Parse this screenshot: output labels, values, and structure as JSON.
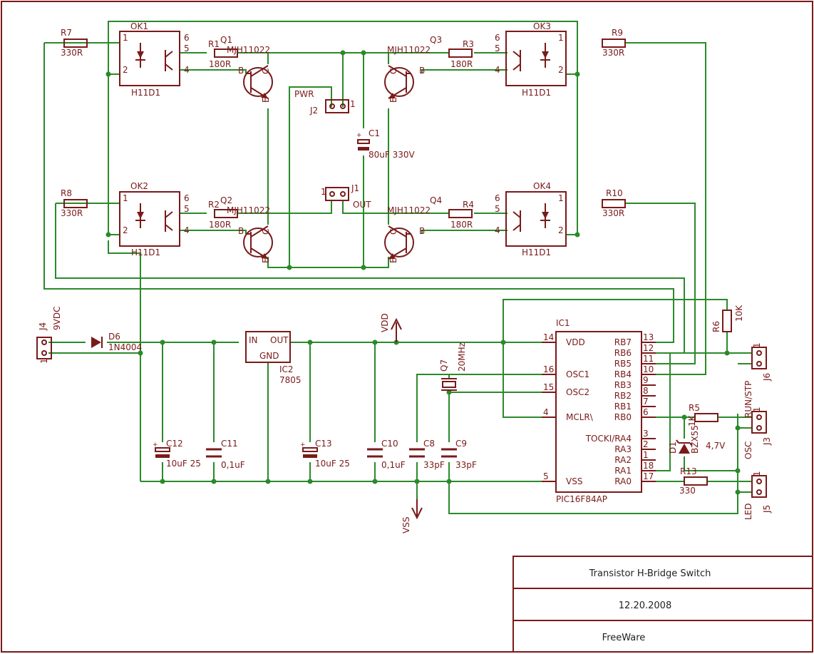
{
  "components": {
    "ok1": {
      "ref": "OK1",
      "part": "H11D1",
      "pins": [
        "1",
        "2",
        "4",
        "5",
        "6"
      ]
    },
    "ok2": {
      "ref": "OK2",
      "part": "H11D1",
      "pins": [
        "1",
        "2",
        "4",
        "5",
        "6"
      ]
    },
    "ok3": {
      "ref": "OK3",
      "part": "H11D1",
      "pins": [
        "1",
        "2",
        "4",
        "5",
        "6"
      ]
    },
    "ok4": {
      "ref": "OK4",
      "part": "H11D1",
      "pins": [
        "1",
        "2",
        "4",
        "5",
        "6"
      ]
    },
    "r7": {
      "ref": "R7",
      "value": "330R"
    },
    "r8": {
      "ref": "R8",
      "value": "330R"
    },
    "r9": {
      "ref": "R9",
      "value": "330R"
    },
    "r10": {
      "ref": "R10",
      "value": "330R"
    },
    "r1": {
      "ref": "R1",
      "value": "180R"
    },
    "r2": {
      "ref": "R2",
      "value": "180R"
    },
    "r3": {
      "ref": "R3",
      "value": "180R"
    },
    "r4": {
      "ref": "R4",
      "value": "180R"
    },
    "q1": {
      "ref": "Q1",
      "part": "MJH11022"
    },
    "q2": {
      "ref": "Q2",
      "part": "MJH11022"
    },
    "q3": {
      "ref": "Q3",
      "part": "MJH11022"
    },
    "q4": {
      "ref": "Q4",
      "part": "MJH11022"
    },
    "transistor_pins": {
      "b": "B",
      "c": "C",
      "e": "E"
    },
    "j2": {
      "ref": "J2",
      "label": "PWR",
      "pin": "1"
    },
    "j1": {
      "ref": "J1",
      "label": "OUT",
      "pin": "1"
    },
    "c1": {
      "ref": "C1",
      "value": "80uF 330V"
    },
    "j4": {
      "ref": "J4",
      "label": "9VDC",
      "pin": "1"
    },
    "d6": {
      "ref": "D6",
      "part": "1N4004"
    },
    "ic2": {
      "ref": "IC2",
      "part": "7805",
      "pins": [
        "IN",
        "OUT",
        "GND"
      ]
    },
    "c12": {
      "ref": "C12",
      "value": "10uF 25"
    },
    "c11": {
      "ref": "C11",
      "value": "0,1uF"
    },
    "c13": {
      "ref": "C13",
      "value": "10uF 25"
    },
    "c10": {
      "ref": "C10",
      "value": "0,1uF"
    },
    "c8": {
      "ref": "C8",
      "value": "33pF"
    },
    "c9": {
      "ref": "C9",
      "value": "33pF"
    },
    "q7": {
      "ref": "Q7",
      "value": "20MHz"
    },
    "vdd": "VDD",
    "vss": "VSS",
    "ic1": {
      "ref": "IC1",
      "part": "PIC16F84AP",
      "left_pins": [
        {
          "num": "14",
          "name": "VDD"
        },
        {
          "num": "16",
          "name": "OSC1"
        },
        {
          "num": "15",
          "name": "OSC2"
        },
        {
          "num": "4",
          "name": "MCLR\\"
        },
        {
          "num": "5",
          "name": "VSS"
        }
      ],
      "right_pins": [
        {
          "num": "13",
          "name": "RB7"
        },
        {
          "num": "12",
          "name": "RB6"
        },
        {
          "num": "11",
          "name": "RB5"
        },
        {
          "num": "10",
          "name": "RB4"
        },
        {
          "num": "9",
          "name": "RB3"
        },
        {
          "num": "8",
          "name": "RB2"
        },
        {
          "num": "7",
          "name": "RB1"
        },
        {
          "num": "6",
          "name": "RB0"
        },
        {
          "num": "3",
          "name": "TOCKI/RA4"
        },
        {
          "num": "2",
          "name": "RA3"
        },
        {
          "num": "1",
          "name": "RA2"
        },
        {
          "num": "18",
          "name": "RA1"
        },
        {
          "num": "17",
          "name": "RA0"
        }
      ]
    },
    "r6": {
      "ref": "R6",
      "value": "10K"
    },
    "r5": {
      "ref": "R5",
      "value": "1K"
    },
    "r13": {
      "ref": "R13",
      "value": "330"
    },
    "d1": {
      "ref": "D1",
      "part": "BZX55",
      "value": "4,7V"
    },
    "j6": {
      "ref": "J6",
      "label": "RUN/STP",
      "pin": "1"
    },
    "j3": {
      "ref": "J3",
      "label": "OSC",
      "pin": "1"
    },
    "j5": {
      "ref": "J5",
      "label": "LED",
      "pin": "1"
    }
  },
  "title_block": {
    "title": "Transistor H-Bridge Switch",
    "date": "12.20.2008",
    "license": "FreeWare"
  }
}
